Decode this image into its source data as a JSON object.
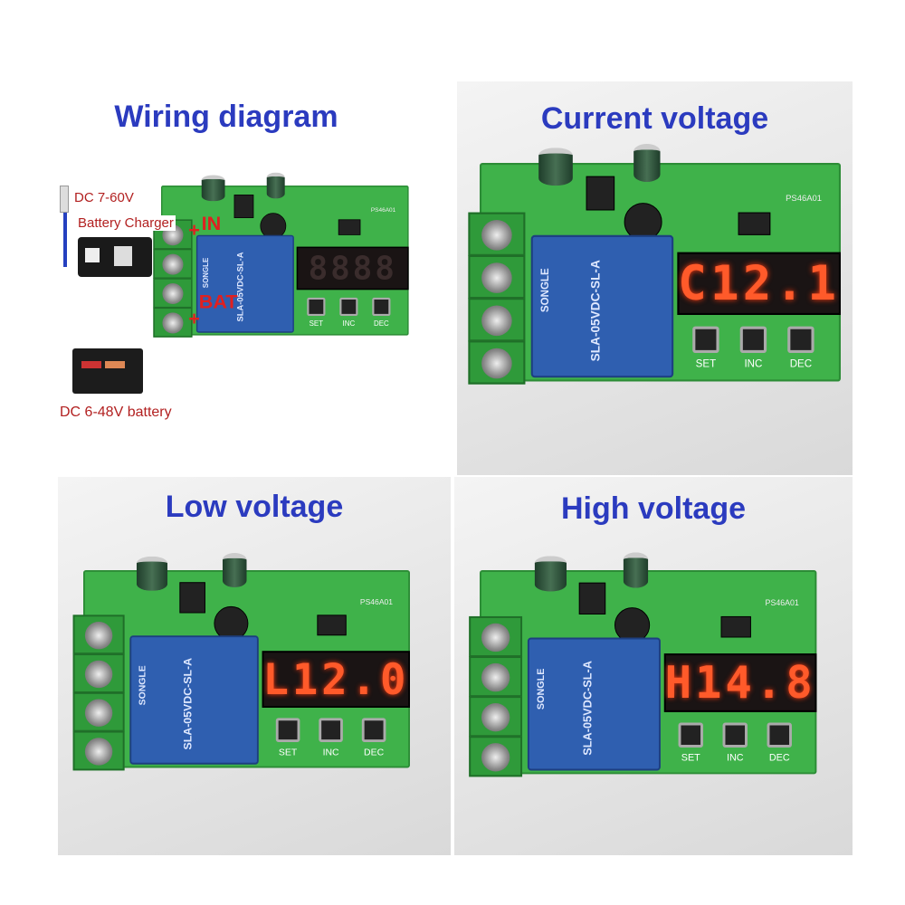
{
  "panels": [
    {
      "title": "Wiring diagram",
      "display": "8888",
      "lit": false
    },
    {
      "title": "Current voltage",
      "display": "C12.1",
      "lit": true
    },
    {
      "title": "Low voltage",
      "display": "L12.0",
      "lit": true
    },
    {
      "title": "High voltage",
      "display": "H14.8",
      "lit": true
    }
  ],
  "board": {
    "buttons": [
      "SET",
      "INC",
      "DEC"
    ],
    "relay_brand": "SONGLE",
    "relay_model": "SLA-05VDC-SL-A",
    "pcb_label": "PS46A01"
  },
  "wiring": {
    "charger_voltage": "DC 7-60V",
    "charger_label": "Battery Charger",
    "battery_label": "DC 6-48V battery",
    "in_label": "IN",
    "bat_label": "BAT",
    "plus": "+"
  },
  "colors": {
    "title": "#2b3bbf",
    "display": "#ff5a2a",
    "pcb": "#3fb24a",
    "relay": "#2f5fb0"
  }
}
